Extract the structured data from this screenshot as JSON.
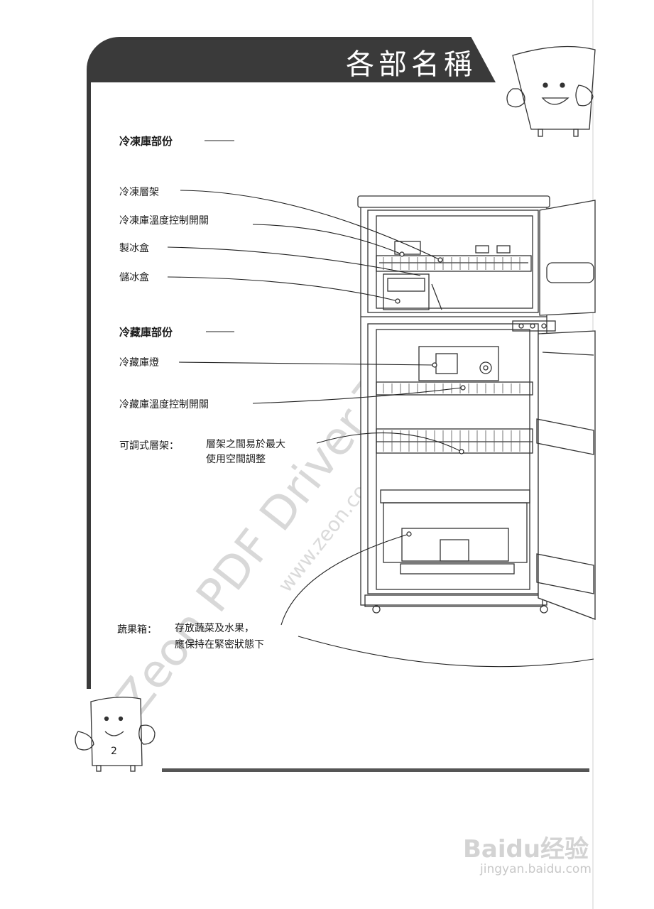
{
  "header": {
    "title": "各部名稱"
  },
  "freezer": {
    "section_label": "冷凍庫部份",
    "items": [
      "冷凍層架",
      "冷凍庫溫度控制開關",
      "製冰盒",
      "儲冰盒"
    ]
  },
  "fridge": {
    "section_label": "冷藏庫部份",
    "items": [
      "冷藏庫燈",
      "冷藏庫溫度控制開關"
    ],
    "shelf_label": "可調式層架：",
    "shelf_note": [
      "層架之間易於最大",
      "使用空間調整"
    ],
    "crisper_label": "蔬果箱：",
    "crisper_note": [
      "存放蔬菜及水果，",
      "應保持在緊密狀態下"
    ]
  },
  "page_number": "2",
  "watermark": {
    "main": "Zeon PDF Driver Trial",
    "sub": "www.zeon.com.tw"
  },
  "baidu": {
    "logo": "Baidu经验",
    "url": "jingyan.baidu.com"
  }
}
